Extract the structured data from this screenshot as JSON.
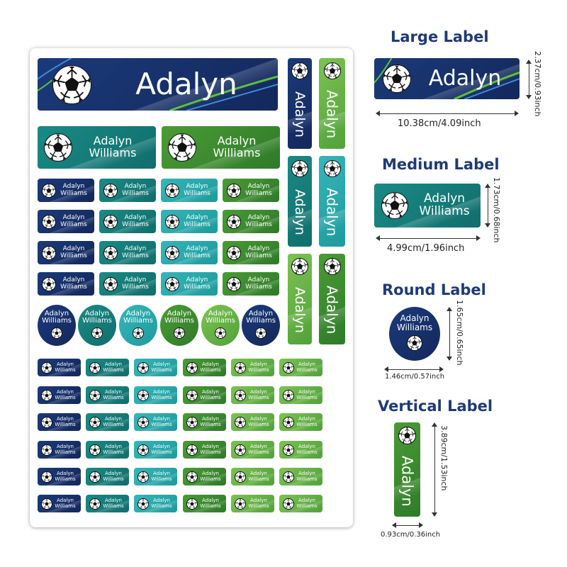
{
  "label": {
    "first_name": "Adalyn",
    "last_name": "Williams"
  },
  "colors": {
    "navy": "#13285c",
    "teal": "#116e6d",
    "aqua": "#1e9a9c",
    "green": "#2f7a2a",
    "lime": "#51a23a",
    "title": "#1f3a78"
  },
  "icons": {
    "ball": "soccer-ball-icon"
  },
  "sizes": {
    "large": {
      "title": "Large Label",
      "width": "10.38cm/4.09inch",
      "height": "2.37cm/0.93inch"
    },
    "medium": {
      "title": "Medium Label",
      "width": "4.99cm/1.96inch",
      "height": "1.73cm/0.68inch"
    },
    "round": {
      "title": "Round Label",
      "width": "1.46cm/0.57inch",
      "height": "1.65cm/0.65inch"
    },
    "vertical": {
      "title": "Vertical Label",
      "width": "0.93cm/0.36inch",
      "height": "3.89cm/1.53inch"
    }
  }
}
